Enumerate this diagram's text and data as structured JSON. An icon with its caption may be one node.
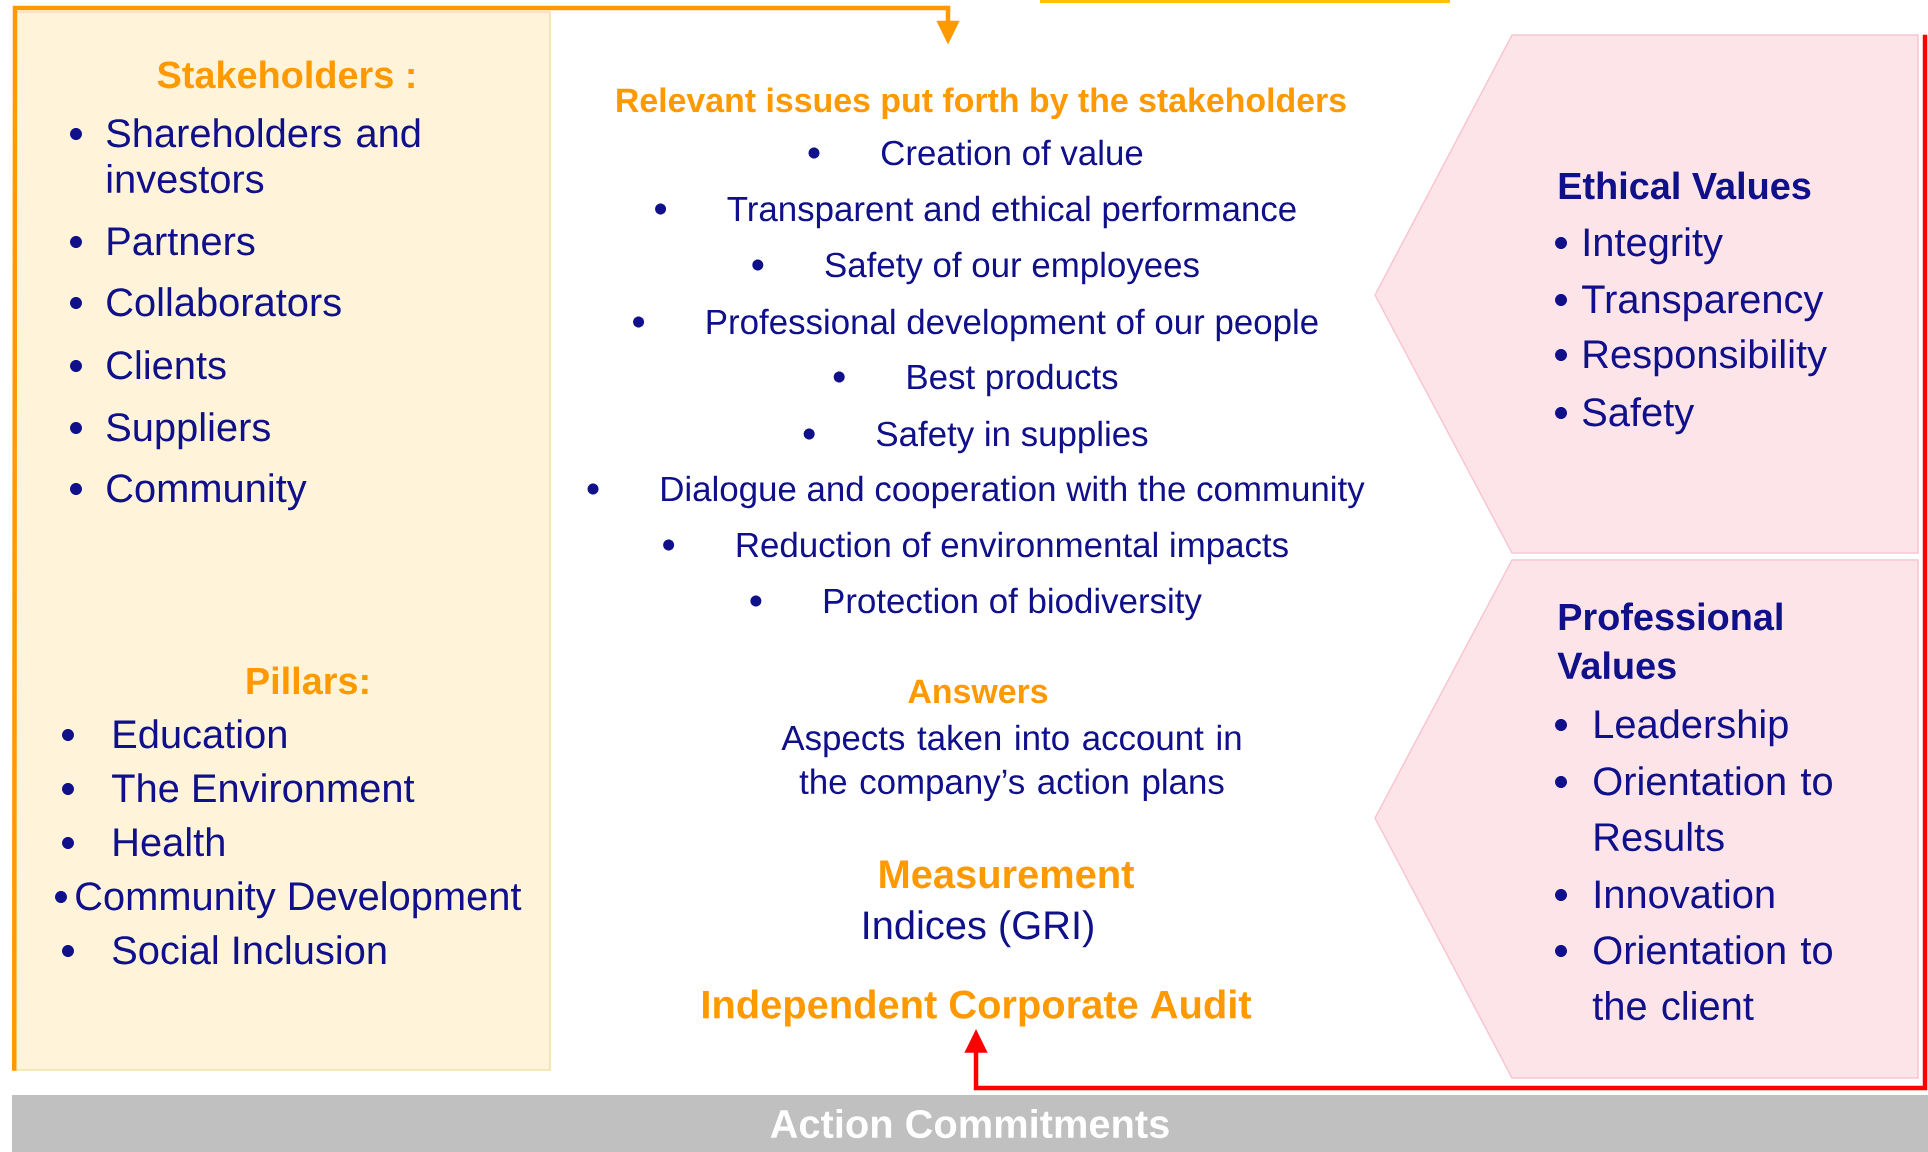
{
  "diagram": {
    "nodes": [
      {
        "text": [
          "Stakeholders :",
          "Shareholders and investors",
          "Partners",
          "Collaborators",
          "Clients",
          "Suppliers",
          "Community",
          "Pillars:",
          "Education",
          "The Environment",
          "Health",
          "Community Development",
          "Social Inclusion"
        ]
      },
      {
        "text": [
          "Relevant issues put forth by the stakeholders",
          "Creation of value",
          "Transparent and ethical performance",
          "Safety of our employees",
          "Professional development of our people",
          "Best products",
          "Safety in supplies",
          "Dialogue and cooperation with the community",
          "Reduction of environmental impacts",
          "Protection of biodiversity"
        ]
      },
      {
        "text": [
          "Ethical Values",
          "Integrity",
          "Transparency",
          "Responsibility",
          "Safety"
        ]
      },
      {
        "text": [
          "Professional Values",
          "Leadership",
          "Orientation to Results",
          "Innovation",
          "Orientation to the client"
        ]
      },
      {
        "text": [
          "Independent Corporate Audit"
        ]
      },
      {
        "text": [
          "Action Commitments"
        ]
      }
    ],
    "edges": [
      {
        "from": 0,
        "to": 1,
        "arrow": "to",
        "color": "#ff9900"
      },
      {
        "from": 2,
        "to": 4,
        "arrow": "to",
        "color": "#ff0000"
      }
    ],
    "labels": [
      "Answers",
      "Aspects taken into account in the company’s action plans",
      "Measurement",
      "Indices (GRI)"
    ]
  }
}
